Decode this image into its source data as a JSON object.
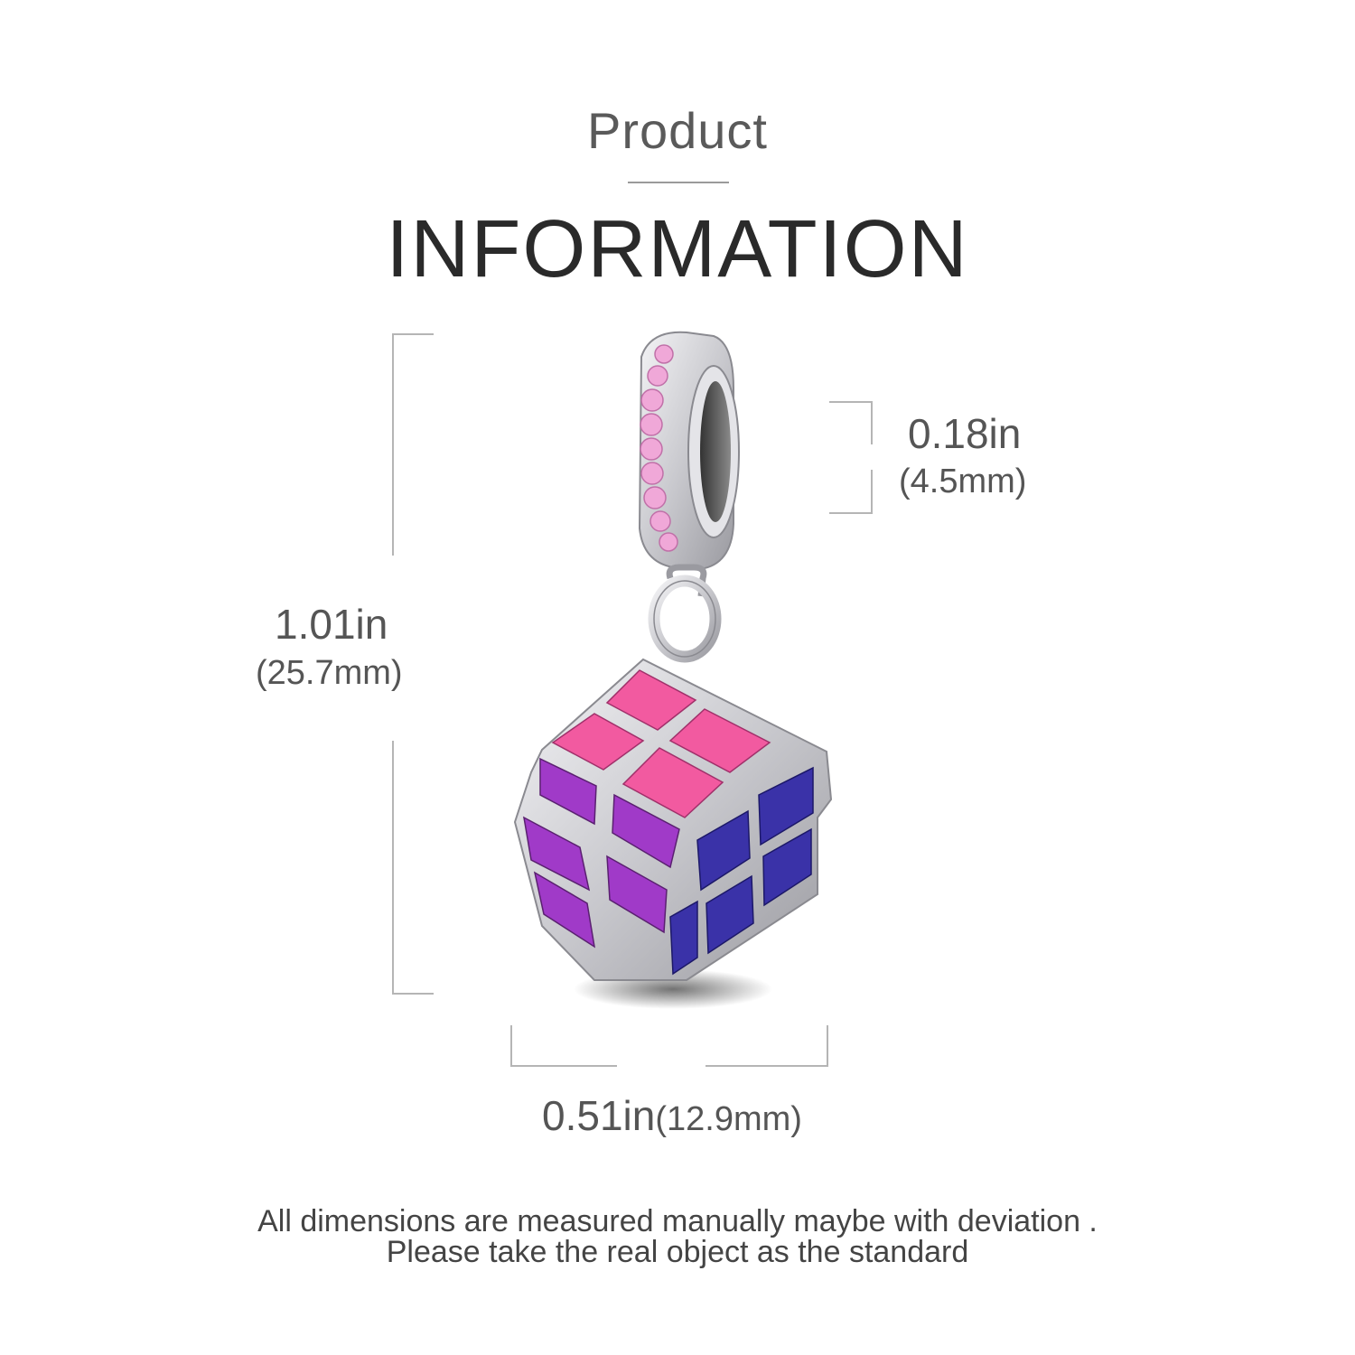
{
  "header": {
    "subtitle": "Product",
    "title": "INFORMATION"
  },
  "dimensions": {
    "height": {
      "inches": "1.01in",
      "mm": "(25.7mm)"
    },
    "bail": {
      "inches": "0.18in",
      "mm": "(4.5mm)"
    },
    "width": {
      "inches": "0.51in",
      "mm": "(12.9mm)"
    }
  },
  "note": {
    "line1": "All dimensions are measured manually maybe with deviation .",
    "line2": "Please take the real object as the standard"
  },
  "colors": {
    "pink": "#f25aa0",
    "purple": "#a03ac8",
    "blue": "#3a32a8",
    "silver": "#d8d8dc",
    "stone": "#f0a8d8"
  }
}
